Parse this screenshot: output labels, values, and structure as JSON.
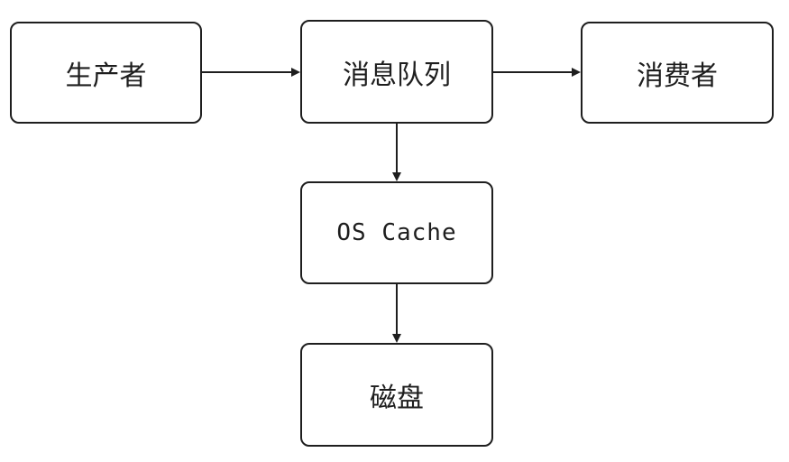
{
  "diagram": {
    "nodes": {
      "producer": "生产者",
      "queue": "消息队列",
      "consumer": "消费者",
      "os_cache": "OS Cache",
      "disk": "磁盘"
    },
    "edges": [
      {
        "from": "producer",
        "to": "queue"
      },
      {
        "from": "queue",
        "to": "consumer"
      },
      {
        "from": "queue",
        "to": "os_cache"
      },
      {
        "from": "os_cache",
        "to": "disk"
      }
    ],
    "colors": {
      "stroke": "#1e1e1e",
      "background": "#ffffff"
    }
  }
}
